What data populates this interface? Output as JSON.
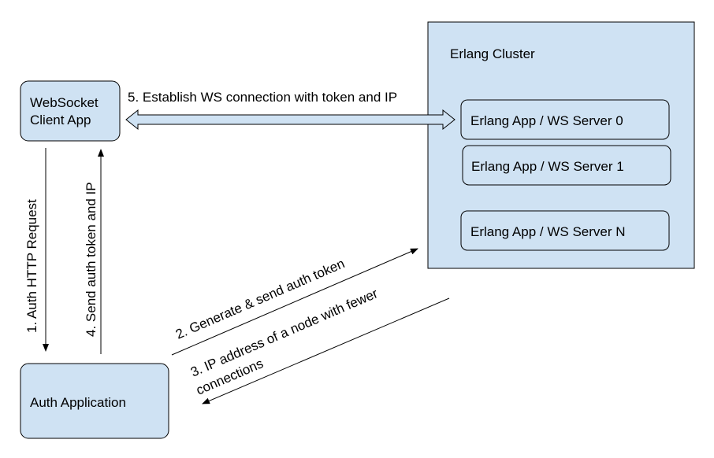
{
  "colors": {
    "node_fill": "#cfe2f3",
    "node_stroke": "#000000",
    "edge": "#000000"
  },
  "cluster": {
    "label": "Erlang Cluster",
    "servers": [
      {
        "label": "Erlang App / WS Server 0"
      },
      {
        "label": "Erlang App / WS Server 1"
      },
      {
        "label": "Erlang App / WS Server N"
      }
    ]
  },
  "client": {
    "line1": "WebSocket",
    "line2": "Client App"
  },
  "auth": {
    "label": "Auth Application"
  },
  "edges": {
    "step1": "1. Auth HTTP Request",
    "step2": "2. Generate & send auth token",
    "step3_line1": "3. IP address of a node with fewer",
    "step3_line2": "connections",
    "step4": "4. Send auth token and IP",
    "step5": "5. Establish WS connection with token and IP"
  }
}
